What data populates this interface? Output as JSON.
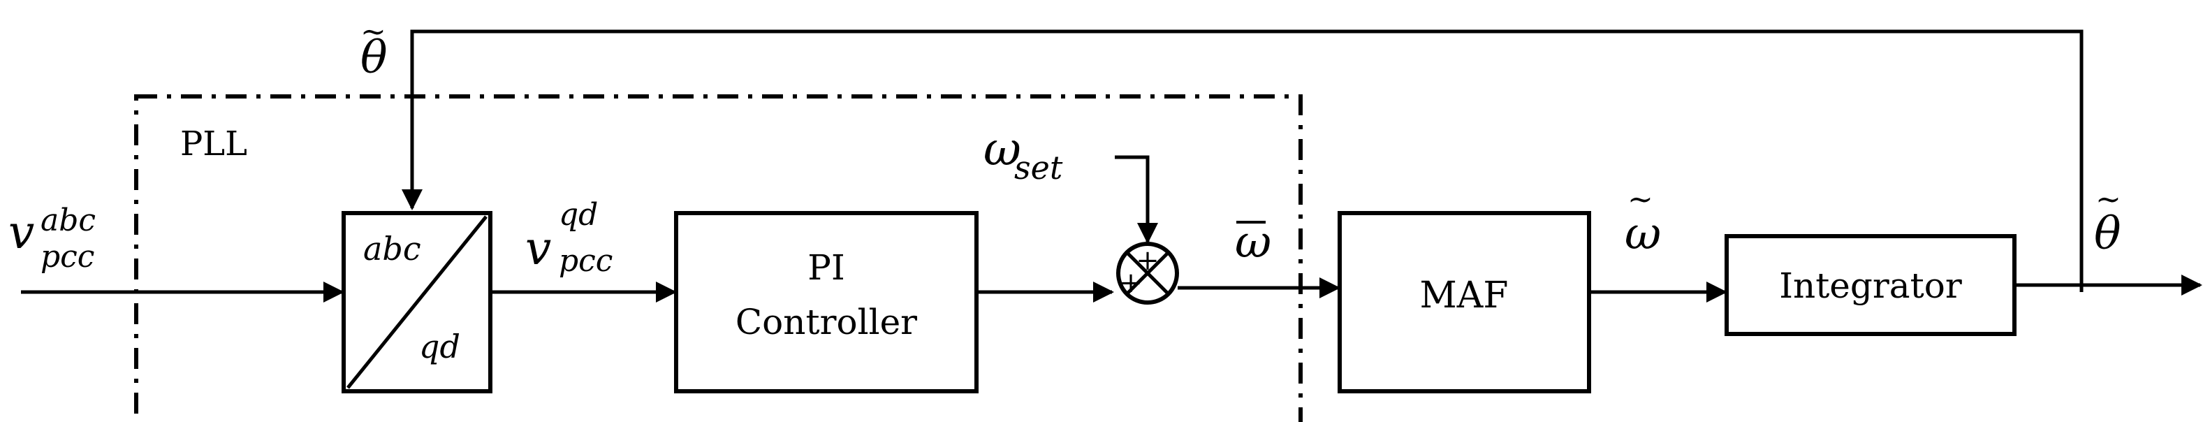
{
  "diagram": {
    "pll_label": "PLL",
    "input": {
      "base": "v",
      "sup": "abc",
      "sub": "pcc"
    },
    "transform": {
      "top": "abc",
      "bottom": "qd"
    },
    "v_pcc_qd": {
      "base": "v",
      "sup": "qd",
      "sub": "pcc"
    },
    "pi_block": {
      "line1": "PI",
      "line2": "Controller"
    },
    "omega_set": {
      "base": "ω",
      "sub": "set"
    },
    "summer": {
      "top_sign": "+",
      "left_sign": "+"
    },
    "omega_bar": "ω",
    "maf_block": "MAF",
    "omega_tilde": "ω",
    "integrator_block": "Integrator",
    "theta_feedback": "θ",
    "theta_output": "θ"
  }
}
